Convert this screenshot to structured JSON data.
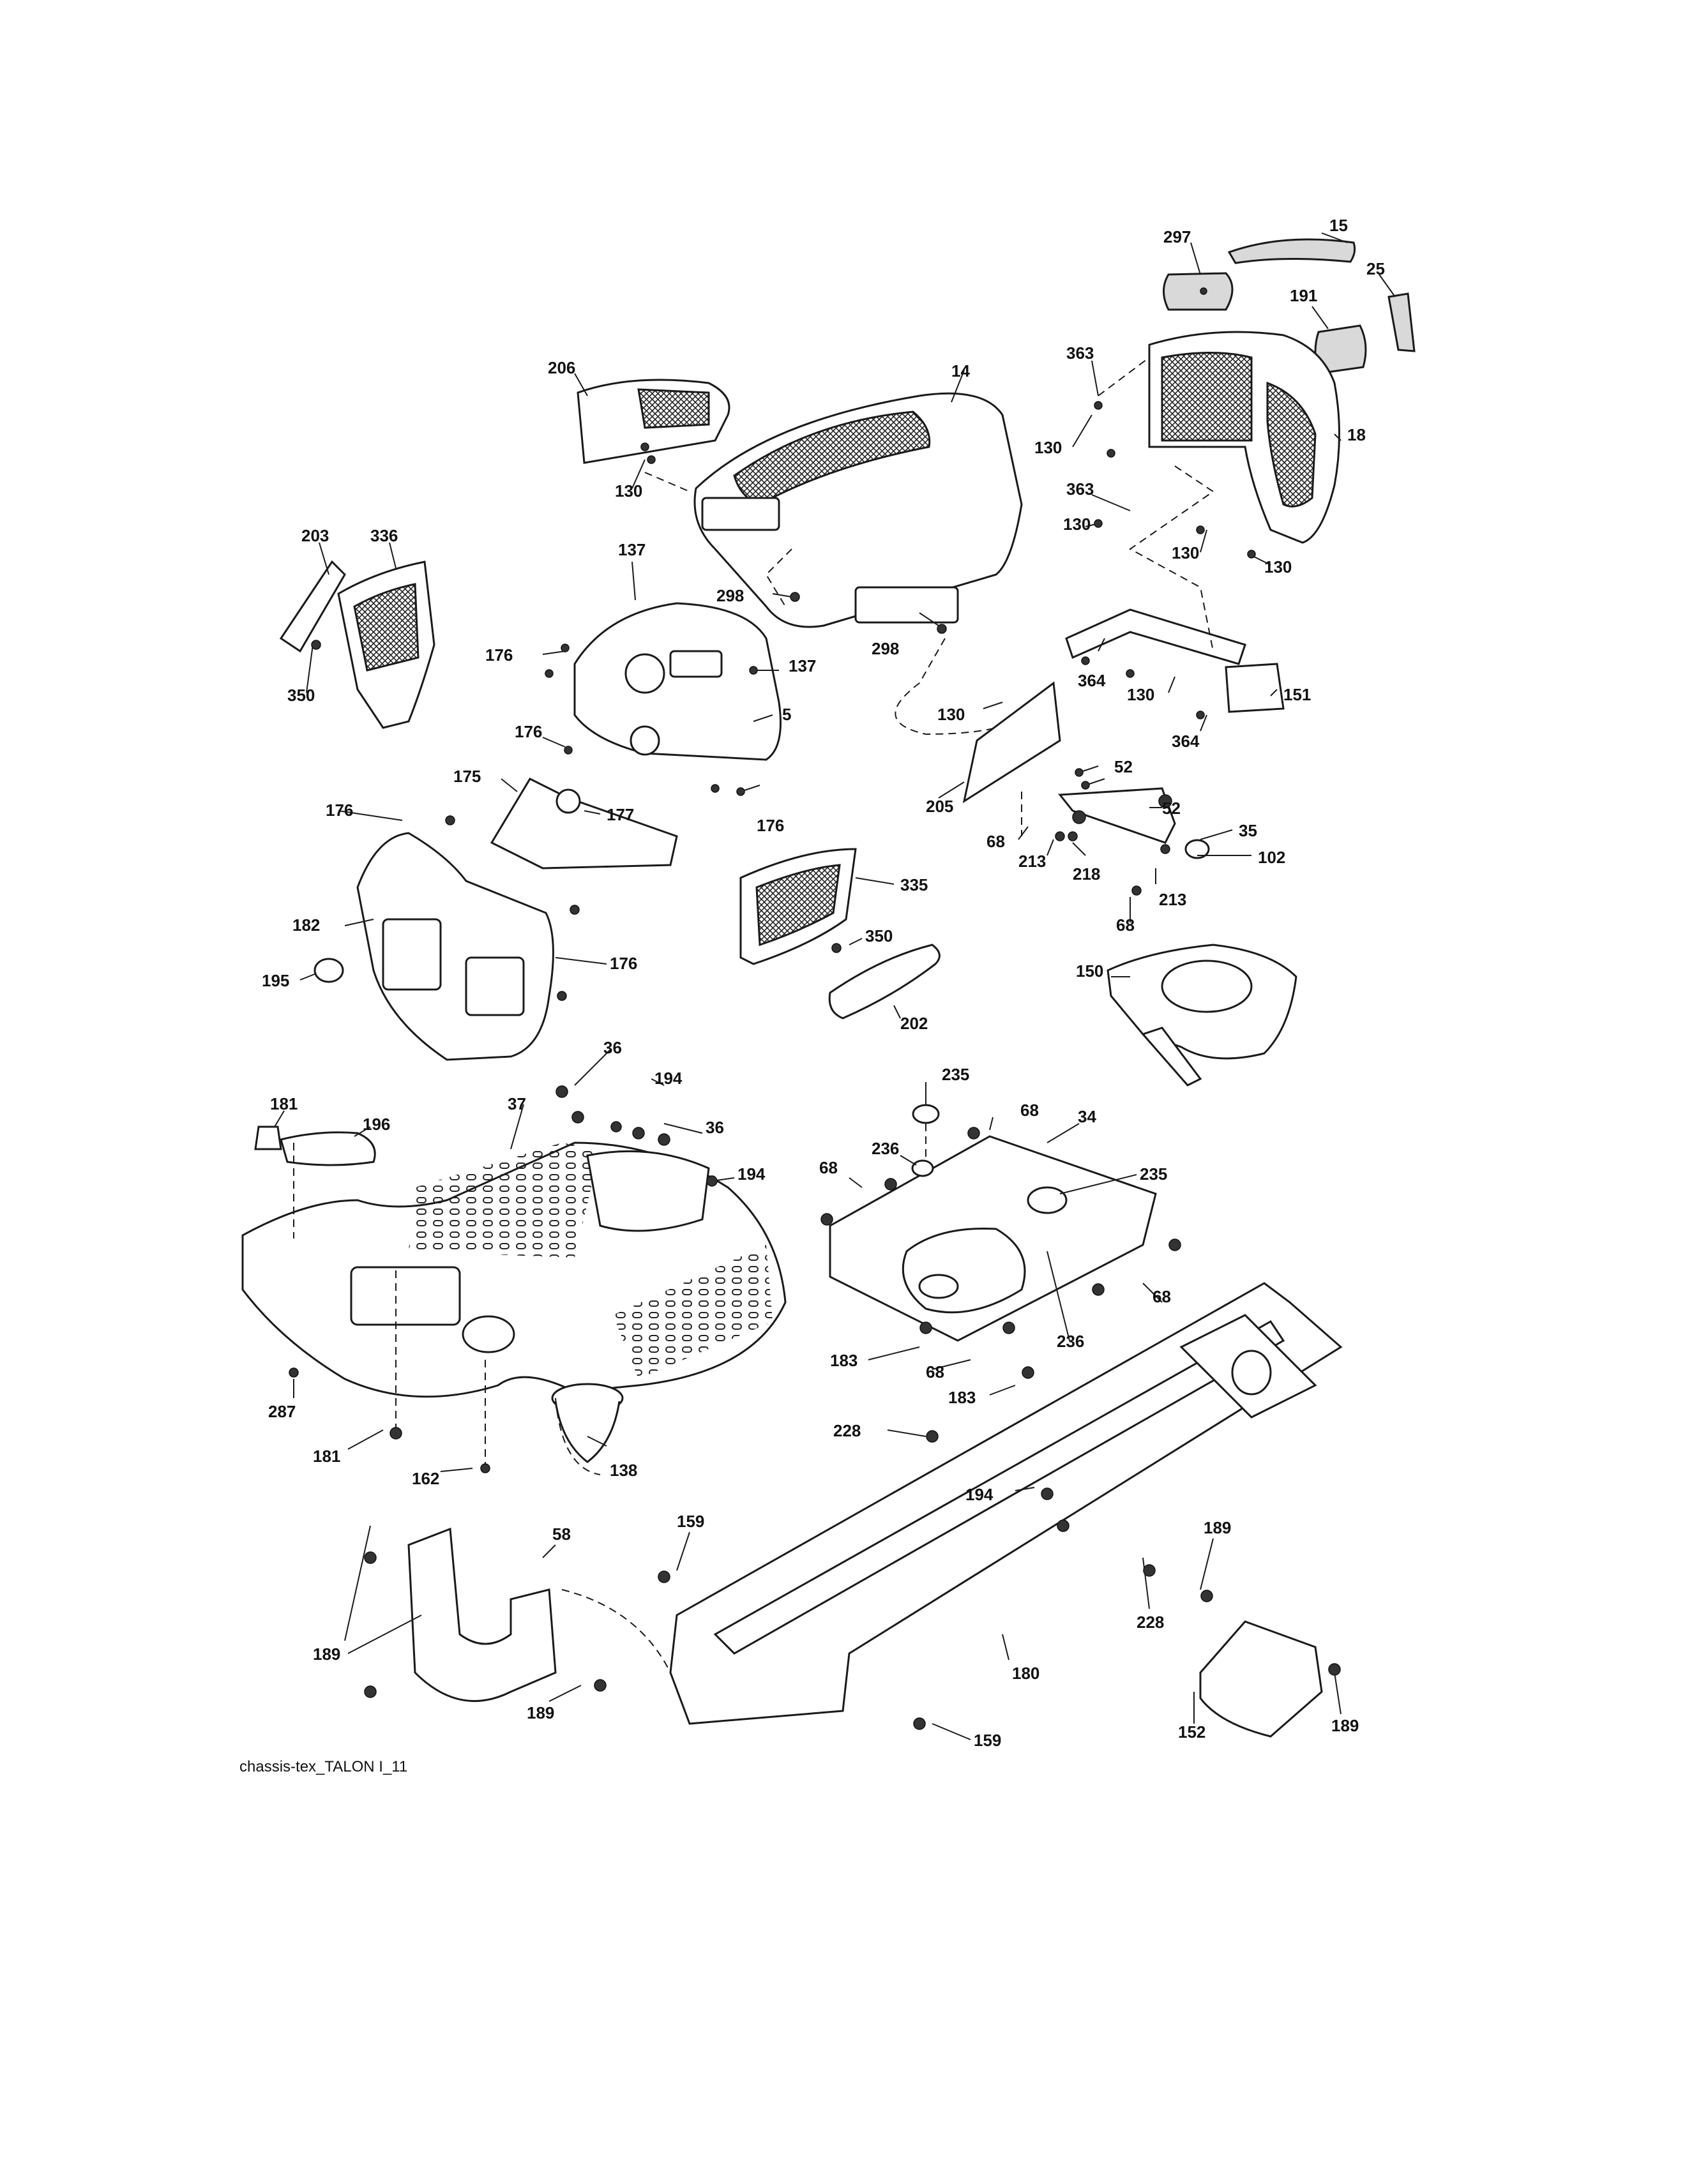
{
  "caption": "chassis-tex_TALON I_11",
  "callouts": [
    {
      "id": "c297",
      "text": "297"
    },
    {
      "id": "c15",
      "text": "15"
    },
    {
      "id": "c191",
      "text": "191"
    },
    {
      "id": "c25",
      "text": "25"
    },
    {
      "id": "c363a",
      "text": "363"
    },
    {
      "id": "c18",
      "text": "18"
    },
    {
      "id": "c130a",
      "text": "130"
    },
    {
      "id": "c363b",
      "text": "363"
    },
    {
      "id": "c130b",
      "text": "130"
    },
    {
      "id": "c130c",
      "text": "130"
    },
    {
      "id": "c130d",
      "text": "130"
    },
    {
      "id": "c206",
      "text": "206"
    },
    {
      "id": "c14",
      "text": "14"
    },
    {
      "id": "c130e",
      "text": "130"
    },
    {
      "id": "c203",
      "text": "203"
    },
    {
      "id": "c336",
      "text": "336"
    },
    {
      "id": "c137a",
      "text": "137"
    },
    {
      "id": "c298a",
      "text": "298"
    },
    {
      "id": "c298b",
      "text": "298"
    },
    {
      "id": "c364a",
      "text": "364"
    },
    {
      "id": "c130f",
      "text": "130"
    },
    {
      "id": "c151",
      "text": "151"
    },
    {
      "id": "c364b",
      "text": "364"
    },
    {
      "id": "c176a",
      "text": "176"
    },
    {
      "id": "c137b",
      "text": "137"
    },
    {
      "id": "c350a",
      "text": "350"
    },
    {
      "id": "c130g",
      "text": "130"
    },
    {
      "id": "c5",
      "text": "5"
    },
    {
      "id": "c176b",
      "text": "176"
    },
    {
      "id": "c205",
      "text": "205"
    },
    {
      "id": "c52a",
      "text": "52"
    },
    {
      "id": "c175",
      "text": "175"
    },
    {
      "id": "c177",
      "text": "177"
    },
    {
      "id": "c176c",
      "text": "176"
    },
    {
      "id": "c52b",
      "text": "52"
    },
    {
      "id": "c176d",
      "text": "176"
    },
    {
      "id": "c68a",
      "text": "68"
    },
    {
      "id": "c35",
      "text": "35"
    },
    {
      "id": "c213a",
      "text": "213"
    },
    {
      "id": "c218",
      "text": "218"
    },
    {
      "id": "c102",
      "text": "102"
    },
    {
      "id": "c335",
      "text": "335"
    },
    {
      "id": "c213b",
      "text": "213"
    },
    {
      "id": "c182",
      "text": "182"
    },
    {
      "id": "c68b",
      "text": "68"
    },
    {
      "id": "c350b",
      "text": "350"
    },
    {
      "id": "c176e",
      "text": "176"
    },
    {
      "id": "c150",
      "text": "150"
    },
    {
      "id": "c195",
      "text": "195"
    },
    {
      "id": "c202",
      "text": "202"
    },
    {
      "id": "c36a",
      "text": "36"
    },
    {
      "id": "c235a",
      "text": "235"
    },
    {
      "id": "c194a",
      "text": "194"
    },
    {
      "id": "c181a",
      "text": "181"
    },
    {
      "id": "c37",
      "text": "37"
    },
    {
      "id": "c236a",
      "text": "236"
    },
    {
      "id": "c68c",
      "text": "68"
    },
    {
      "id": "c196",
      "text": "196"
    },
    {
      "id": "c36b",
      "text": "36"
    },
    {
      "id": "c34",
      "text": "34"
    },
    {
      "id": "c68d",
      "text": "68"
    },
    {
      "id": "c194b",
      "text": "194"
    },
    {
      "id": "c235b",
      "text": "235"
    },
    {
      "id": "c68e",
      "text": "68"
    },
    {
      "id": "c236b",
      "text": "236"
    },
    {
      "id": "c183a",
      "text": "183"
    },
    {
      "id": "c68f",
      "text": "68"
    },
    {
      "id": "c287",
      "text": "287"
    },
    {
      "id": "c183b",
      "text": "183"
    },
    {
      "id": "c181b",
      "text": "181"
    },
    {
      "id": "c228a",
      "text": "228"
    },
    {
      "id": "c162",
      "text": "162"
    },
    {
      "id": "c138",
      "text": "138"
    },
    {
      "id": "c194c",
      "text": "194"
    },
    {
      "id": "c159a",
      "text": "159"
    },
    {
      "id": "c58",
      "text": "58"
    },
    {
      "id": "c189a",
      "text": "189"
    },
    {
      "id": "c228b",
      "text": "228"
    },
    {
      "id": "c189b",
      "text": "189"
    },
    {
      "id": "c180",
      "text": "180"
    },
    {
      "id": "c189c",
      "text": "189"
    },
    {
      "id": "c152",
      "text": "152"
    },
    {
      "id": "c189d",
      "text": "189"
    },
    {
      "id": "c159b",
      "text": "159"
    }
  ]
}
